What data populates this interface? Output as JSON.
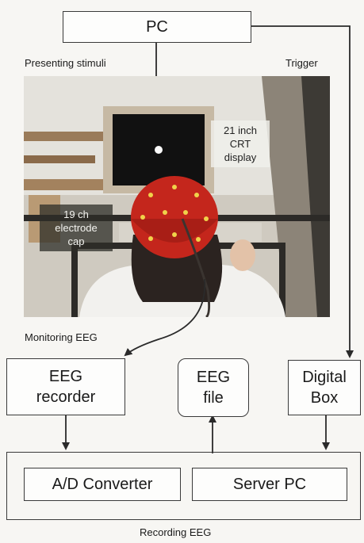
{
  "boxes": {
    "pc": "PC",
    "eeg_recorder": [
      "EEG",
      "recorder"
    ],
    "eeg_file": [
      "EEG",
      "file"
    ],
    "digital_box": [
      "Digital",
      "Box"
    ],
    "ad_converter": "A/D Converter",
    "server_pc": "Server PC"
  },
  "labels": {
    "presenting_stimuli": "Presenting stimuli",
    "trigger": "Trigger",
    "monitoring_eeg": "Monitoring EEG",
    "recording_eeg": "Recording EEG"
  },
  "photo": {
    "display_label": [
      "21 inch",
      "CRT",
      "display"
    ],
    "cap_label": [
      "19 ch",
      "electrode",
      "cap"
    ]
  },
  "colors": {
    "line": "#3a3a3a",
    "cap": "#c4261c",
    "electrode": "#f0d24a"
  }
}
